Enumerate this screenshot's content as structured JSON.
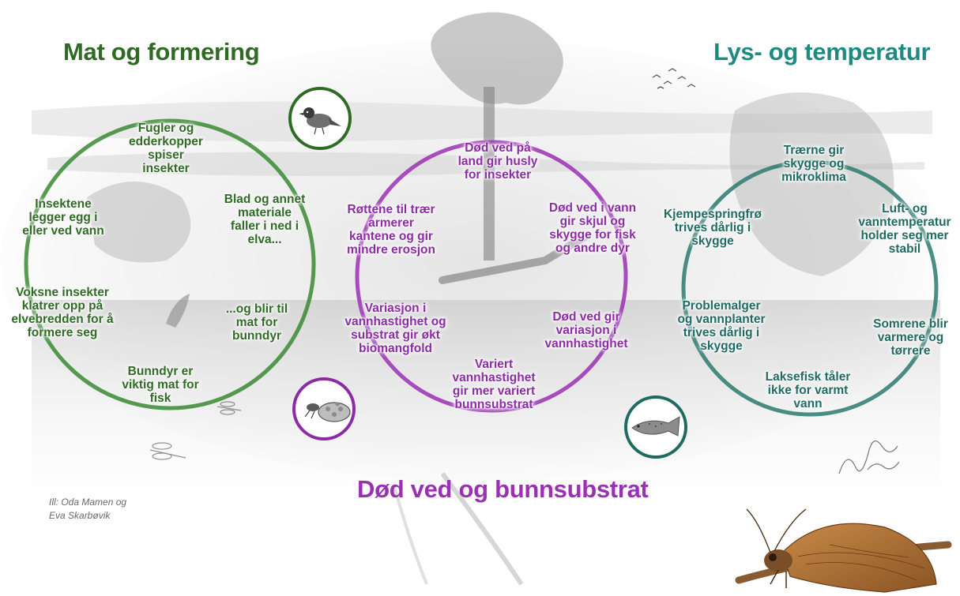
{
  "colors": {
    "green": "#2f6b25",
    "purple": "#8d2aa6",
    "teal": "#1f6b62"
  },
  "titles": {
    "green": "Mat og formering",
    "teal": "Lys- og temperatur",
    "purple": "Død ved og bunnsubstrat"
  },
  "credit": "Ill: Oda Mamen og\nEva Skarbøvik",
  "icons": {
    "bird": "bird-icon",
    "larva": "caddisfly-larva-icon",
    "fish": "salmon-fish-icon",
    "moth": "caddisfly-adult-illustration"
  },
  "green_cycle": [
    "Fugler og\nedderkopper\nspiser\ninsekter",
    "Blad og annet\nmateriale\nfaller i ned i\nelva...",
    "...og blir til\nmat for\nbunndyr",
    "Bunndyr er\nviktig mat for\nfisk",
    "Voksne insekter\nklatrer opp på\nelvebredden for å\nformere seg",
    "Insektene\nlegger egg i\neller ved vann"
  ],
  "purple_cycle": [
    "Død ved på\nland gir husly\nfor insekter",
    "Død ved i vann\ngir skjul og\nskygge for fisk\nog andre dyr",
    "Død ved gir\nvariasjon i\nvannhastighet",
    "Variert\nvannhastighet\ngir mer variert\nbunnsubstrat",
    "Variasjon i\nvannhastighet og\nsubstrat gir økt\nbiomangfold",
    "Røttene til trær\narmerer\nkantene og gir\nmindre erosjon"
  ],
  "teal_cycle": [
    "Trærne gir\nskygge og\nmikroklima",
    "Luft- og\nvanntemperatur\nholder seg mer\nstabil",
    "Somrene blir\nvarmere og\ntørrere",
    "Laksefisk tåler\nikke for varmt\nvann",
    "Problemalger\nog vannplanter\ntrives dårlig i\nskygge",
    "Kjempespringfrø\ntrives dårlig i\nskygge"
  ]
}
